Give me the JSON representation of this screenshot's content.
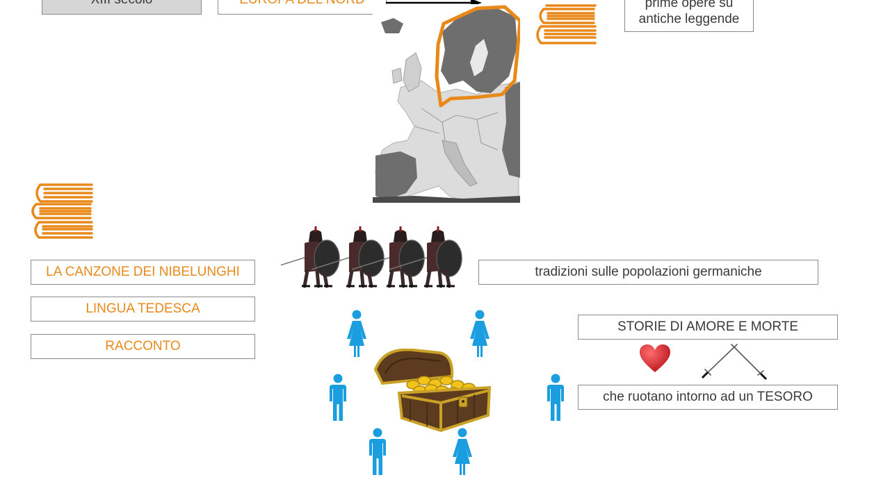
{
  "colors": {
    "accent": "#e8891a",
    "person": "#1a9ee0",
    "box_border": "#8a8a8a",
    "heart": "#d81f26",
    "chest_wood": "#5c3b1e",
    "chest_gold": "#c9a227",
    "map_dark": "#6e6e6e",
    "map_light": "#dcdcdc"
  },
  "top": {
    "century_box": "XIII secolo",
    "region_box": "EUROPA DEL NORD",
    "works_box_line1": "prime opere su",
    "works_box_line2": "antiche leggende"
  },
  "left": {
    "title_box": "LA CANZONE DEI NIBELUNGHI",
    "language_box": "LINGUA TEDESCA",
    "genre_box": "RACCONTO"
  },
  "right": {
    "traditions_box": "tradizioni sulle popolazioni germaniche",
    "love_death_box": "STORIE DI AMORE E MORTE",
    "treasure_box": "che ruotano intorno ad un TESORO"
  },
  "icons": {
    "books_top": "books-stack-icon",
    "books_left": "books-stack-icon",
    "map": "europe-map",
    "warriors": "warriors-illustration",
    "heart": "heart-icon",
    "swords": "crossed-swords-icon",
    "chest": "treasure-chest-icon",
    "people": "person-icon"
  }
}
